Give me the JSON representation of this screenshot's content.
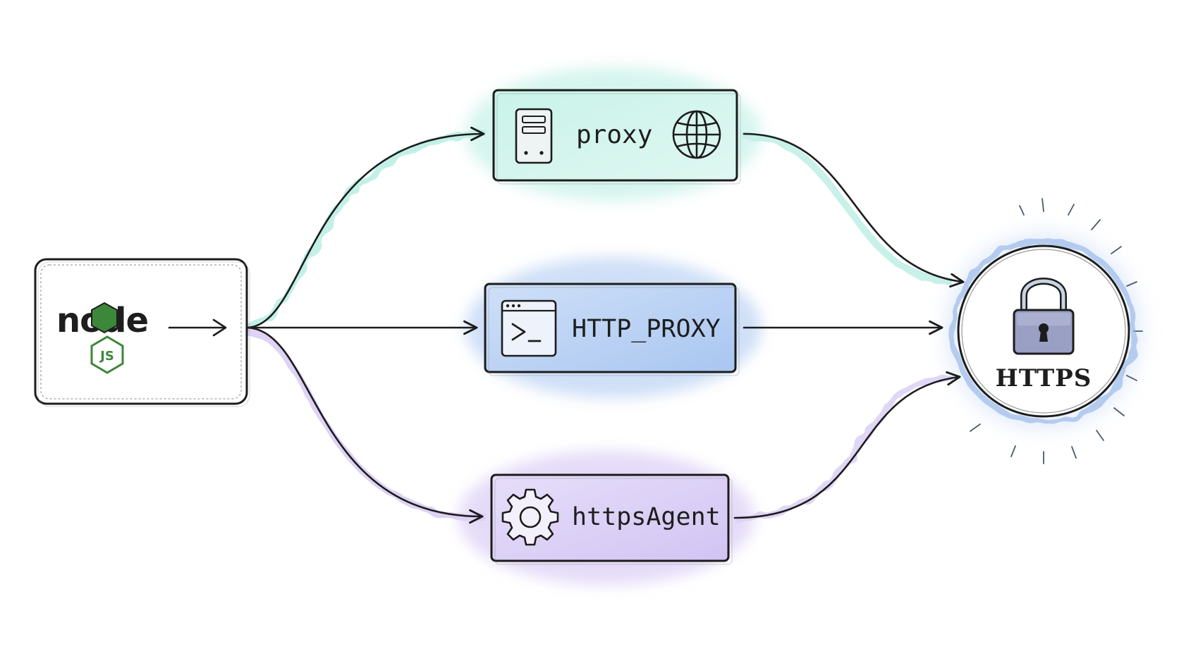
{
  "source": {
    "logo_text": "node",
    "logo_badge": "JS",
    "icon": "arrow-right-icon"
  },
  "routes": [
    {
      "id": "proxy",
      "label": "proxy",
      "icons": [
        "server-icon",
        "globe-icon"
      ],
      "color": "#5fd3c0"
    },
    {
      "id": "http-proxy",
      "label": "HTTP_PROXY",
      "icons": [
        "terminal-icon"
      ],
      "color": "#6f9ee0"
    },
    {
      "id": "https-agent",
      "label": "httpsAgent",
      "icons": [
        "gear-icon"
      ],
      "color": "#a58ae0"
    }
  ],
  "target": {
    "label": "HTTPS",
    "icon": "padlock-icon",
    "color": "#7fa7e6"
  },
  "colors": {
    "node_green": "#3c873a",
    "node_dark": "#1e1e1e",
    "stroke": "#1c1c1c"
  }
}
